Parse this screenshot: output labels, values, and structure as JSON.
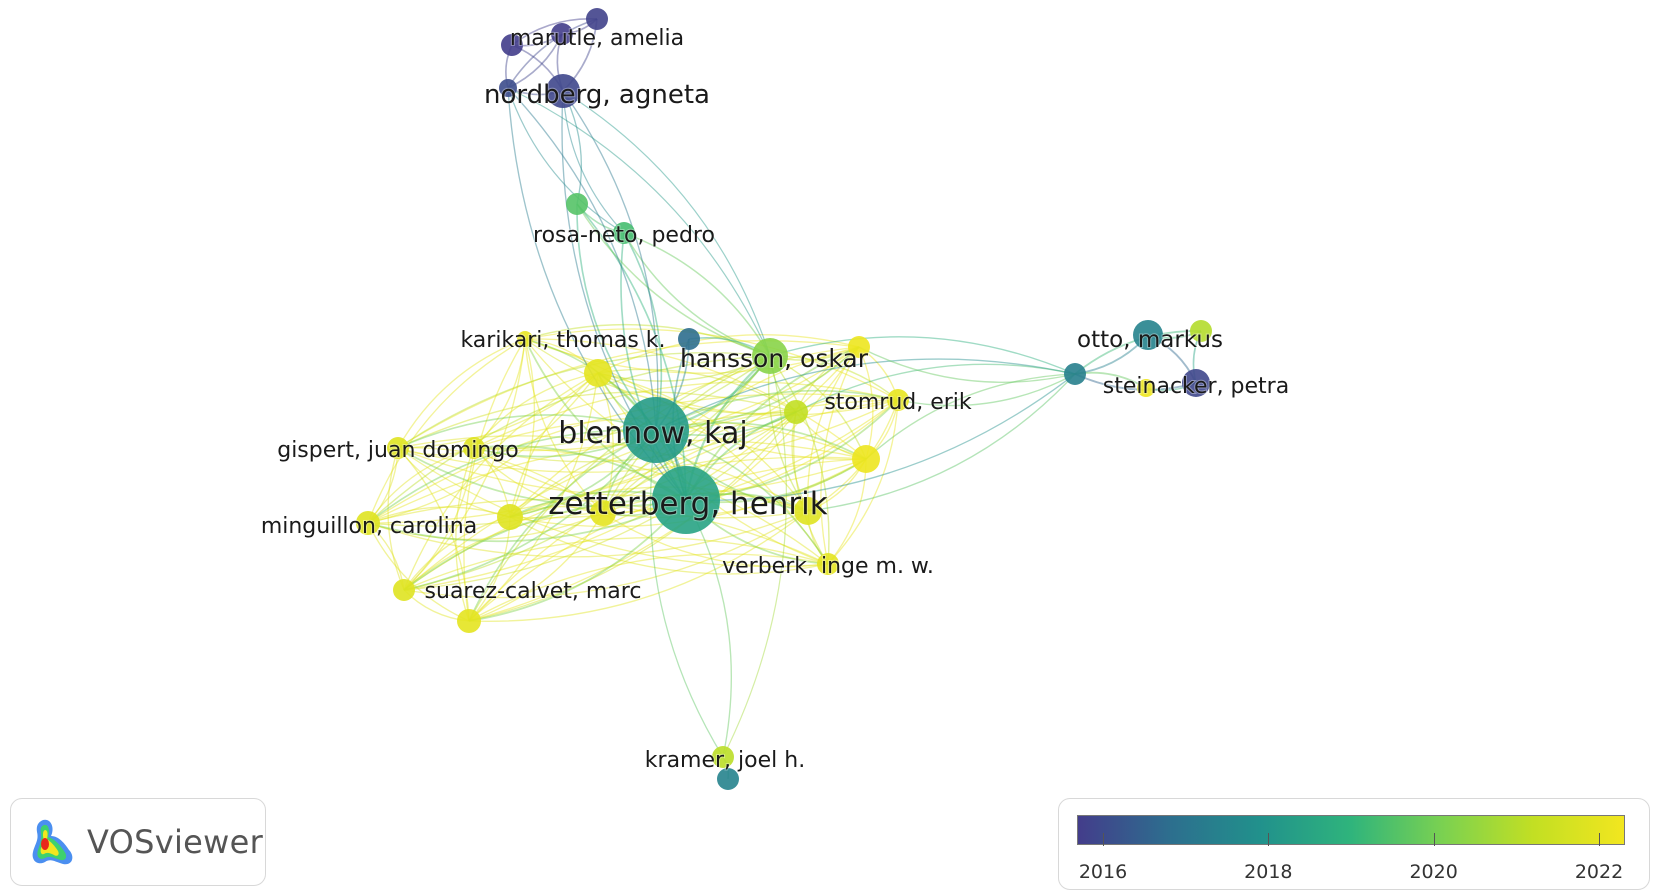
{
  "network": {
    "nodes": [
      {
        "id": "marutle",
        "label": "marutle, amelia",
        "show_label": true,
        "year": 2016.0
      },
      {
        "id": "nordberg",
        "label": "nordberg, agneta",
        "show_label": true,
        "year": 2016.2
      },
      {
        "id": "pm1",
        "label": "",
        "show_label": false,
        "year": 2016.0
      },
      {
        "id": "pm2",
        "label": "",
        "show_label": false,
        "year": 2016.1
      },
      {
        "id": "pm3",
        "label": "",
        "show_label": false,
        "year": 2016.3
      },
      {
        "id": "rosa",
        "label": "rosa-neto, pedro",
        "show_label": true,
        "year": 2019.3
      },
      {
        "id": "g1",
        "label": "",
        "show_label": false,
        "year": 2019.5
      },
      {
        "id": "karikari",
        "label": "karikari, thomas k.",
        "show_label": true,
        "year": 2021.8
      },
      {
        "id": "hansson",
        "label": "hansson, oskar",
        "show_label": true,
        "year": 2020.2
      },
      {
        "id": "b1",
        "label": "",
        "show_label": false,
        "year": 2017.0
      },
      {
        "id": "blennow",
        "label": "blennow, kaj",
        "show_label": true,
        "year": 2018.3
      },
      {
        "id": "zetterberg",
        "label": "zetterberg, henrik",
        "show_label": true,
        "year": 2018.5
      },
      {
        "id": "stomrud",
        "label": "stomrud, erik",
        "show_label": true,
        "year": 2021.8
      },
      {
        "id": "y1",
        "label": "",
        "show_label": false,
        "year": 2021.7
      },
      {
        "id": "y2",
        "label": "",
        "show_label": false,
        "year": 2021.9
      },
      {
        "id": "y3",
        "label": "",
        "show_label": false,
        "year": 2021.0
      },
      {
        "id": "y4",
        "label": "",
        "show_label": false,
        "year": 2021.9
      },
      {
        "id": "gispert",
        "label": "gispert, juan domingo",
        "show_label": true,
        "year": 2021.6
      },
      {
        "id": "y5",
        "label": "",
        "show_label": false,
        "year": 2021.6
      },
      {
        "id": "minguillon",
        "label": "minguillon, carolina",
        "show_label": true,
        "year": 2021.6
      },
      {
        "id": "y6",
        "label": "",
        "show_label": false,
        "year": 2021.6
      },
      {
        "id": "y7",
        "label": "",
        "show_label": false,
        "year": 2021.7
      },
      {
        "id": "suarez",
        "label": "suarez-calvet, marc",
        "show_label": true,
        "year": 2021.6
      },
      {
        "id": "y8",
        "label": "",
        "show_label": false,
        "year": 2021.6
      },
      {
        "id": "verberk",
        "label": "verberk, inge m. w.",
        "show_label": true,
        "year": 2021.7
      },
      {
        "id": "y9",
        "label": "",
        "show_label": false,
        "year": 2021.7
      },
      {
        "id": "kramer",
        "label": "kramer, joel h.",
        "show_label": true,
        "year": 2020.9
      },
      {
        "id": "k1",
        "label": "",
        "show_label": false,
        "year": 2017.6
      },
      {
        "id": "otto",
        "label": "otto, markus",
        "show_label": true,
        "year": 2017.6
      },
      {
        "id": "g2",
        "label": "",
        "show_label": false,
        "year": 2020.8
      },
      {
        "id": "hub",
        "label": "",
        "show_label": false,
        "year": 2017.5
      },
      {
        "id": "steinacker",
        "label": "steinacker, petra",
        "show_label": true,
        "year": 2016.2
      },
      {
        "id": "y10",
        "label": "",
        "show_label": false,
        "year": 2021.9
      }
    ],
    "edges_note": ""
  },
  "legend": {
    "ticks": [
      "2016",
      "2018",
      "2020",
      "2022"
    ],
    "colors": [
      "#433d8b",
      "#2d6e8e",
      "#21918c",
      "#2fb47c",
      "#7ad151",
      "#c2df23",
      "#f2e61f"
    ]
  },
  "branding": {
    "name": "VOSviewer",
    "logo": "vosviewer-heatmap-logo"
  }
}
